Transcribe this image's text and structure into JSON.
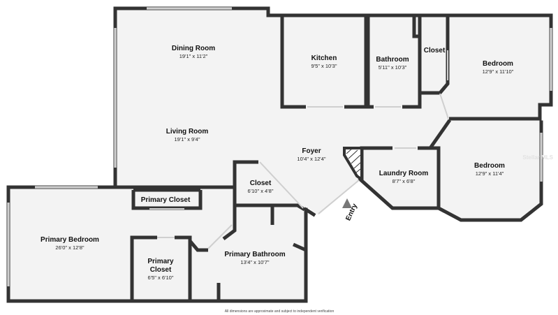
{
  "rooms": {
    "dining_room": {
      "name": "Dining Room",
      "dims": "19'1\" x 11'2\""
    },
    "kitchen": {
      "name": "Kitchen",
      "dims": "9'5\" x 10'3\""
    },
    "bathroom": {
      "name": "Bathroom",
      "dims": "5'11\" x 10'3\""
    },
    "closet_top": {
      "name": "Closet"
    },
    "bedroom_top": {
      "name": "Bedroom",
      "dims": "12'9\" x 11'10\""
    },
    "living_room": {
      "name": "Living Room",
      "dims": "19'1\" x 9'4\""
    },
    "foyer": {
      "name": "Foyer",
      "dims": "10'4\" x 12'4\""
    },
    "laundry_room": {
      "name": "Laundry Room",
      "dims": "8'7\" x 6'8\""
    },
    "bedroom_right": {
      "name": "Bedroom",
      "dims": "12'9\" x 11'4\""
    },
    "closet_mid": {
      "name": "Closet",
      "dims": "6'10\" x 4'8\""
    },
    "primary_closet_a": {
      "name": "Primary Closet"
    },
    "primary_bedroom": {
      "name": "Primary Bedroom",
      "dims": "26'0\" x 12'8\""
    },
    "primary_closet_b": {
      "name_line1": "Primary",
      "name_line2": "Closet",
      "dims": "6'5\" x 6'10\""
    },
    "primary_bathroom": {
      "name": "Primary Bathroom",
      "dims": "13'4\" x 10'7\""
    }
  },
  "entry_label": "Entry",
  "footer_note": "All dimensions are approximate and subject to independent verification",
  "watermark": "Stellar MLS",
  "colors": {
    "room_fill": "#f3f3f3",
    "wall": "#333333",
    "text": "#111111"
  }
}
